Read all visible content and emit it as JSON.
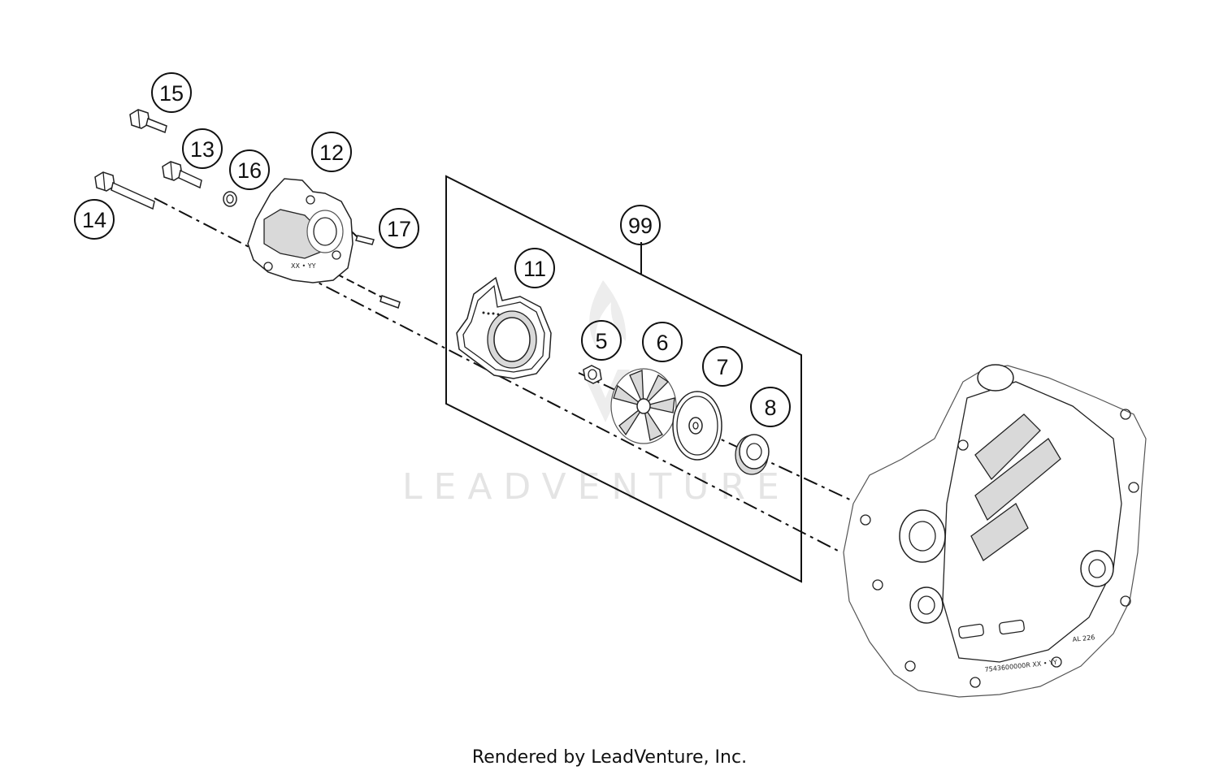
{
  "diagram": {
    "callouts": [
      {
        "id": "15",
        "label": "15"
      },
      {
        "id": "13",
        "label": "13"
      },
      {
        "id": "16",
        "label": "16"
      },
      {
        "id": "12",
        "label": "12"
      },
      {
        "id": "14",
        "label": "14"
      },
      {
        "id": "17",
        "label": "17"
      },
      {
        "id": "99",
        "label": "99"
      },
      {
        "id": "11",
        "label": "11"
      },
      {
        "id": "5",
        "label": "5"
      },
      {
        "id": "6",
        "label": "6"
      },
      {
        "id": "7",
        "label": "7"
      },
      {
        "id": "8",
        "label": "8"
      }
    ],
    "watermark": "LEADVENTURE",
    "footer": "Rendered by LeadVenture, Inc."
  }
}
